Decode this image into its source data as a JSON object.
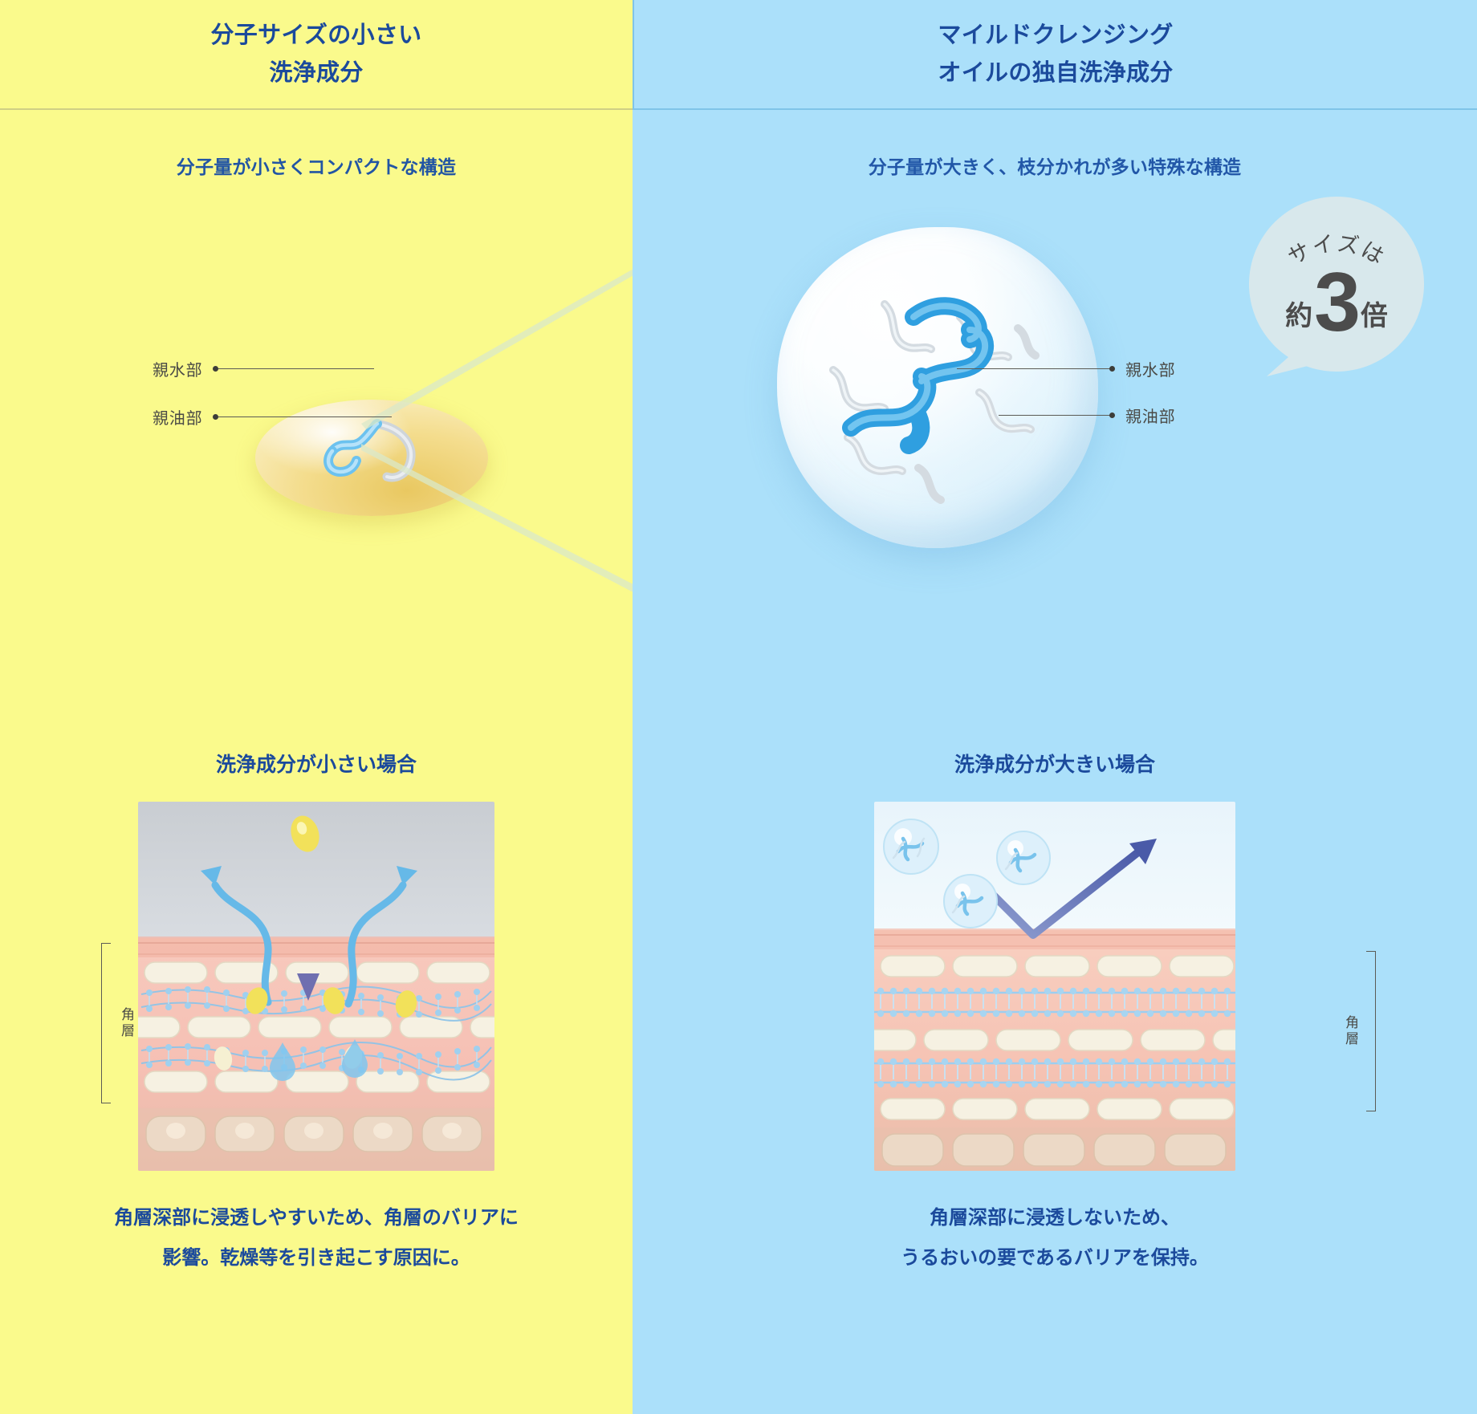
{
  "columns": {
    "left": {
      "header_line1": "分子サイズの小さい",
      "header_line2": "洗浄成分",
      "subtitle": "分子量が小さくコンパクトな構造",
      "molecule_labels": [
        {
          "text": "親水部"
        },
        {
          "text": "親油部"
        }
      ],
      "section_title": "洗浄成分が小さい場合",
      "bracket_label": "角層",
      "caption_line1": "角層深部に浸透しやすいため、角層のバリアに",
      "caption_line2": "影響。乾燥等を引き起こす原因に。"
    },
    "right": {
      "header_line1": "マイルドクレンジング",
      "header_line2": "オイルの独自洗浄成分",
      "subtitle": "分子量が大きく、枝分かれが多い特殊な構造",
      "molecule_labels": [
        {
          "text": "親水部"
        },
        {
          "text": "親油部"
        }
      ],
      "badge": {
        "arc_text": "サイズは",
        "prefix": "約",
        "number": "3",
        "suffix": "倍"
      },
      "section_title": "洗浄成分が大きい場合",
      "bracket_label": "角層",
      "caption_line1": "角層深部に浸透しないため、",
      "caption_line2": "うるおいの要であるバリアを保持。"
    }
  },
  "colors": {
    "left_bg": "#fafa8c",
    "right_bg": "#abe0fa",
    "heading_blue": "#1b4a9c",
    "subtitle_blue": "#2255a4",
    "badge_bg": "#d8e8ec",
    "badge_text": "#4c4c4c",
    "leader_line": "#5b5b55",
    "hydrophilic_chain": "#5bb8ea",
    "lipophilic_chain": "#c9cfd4"
  }
}
